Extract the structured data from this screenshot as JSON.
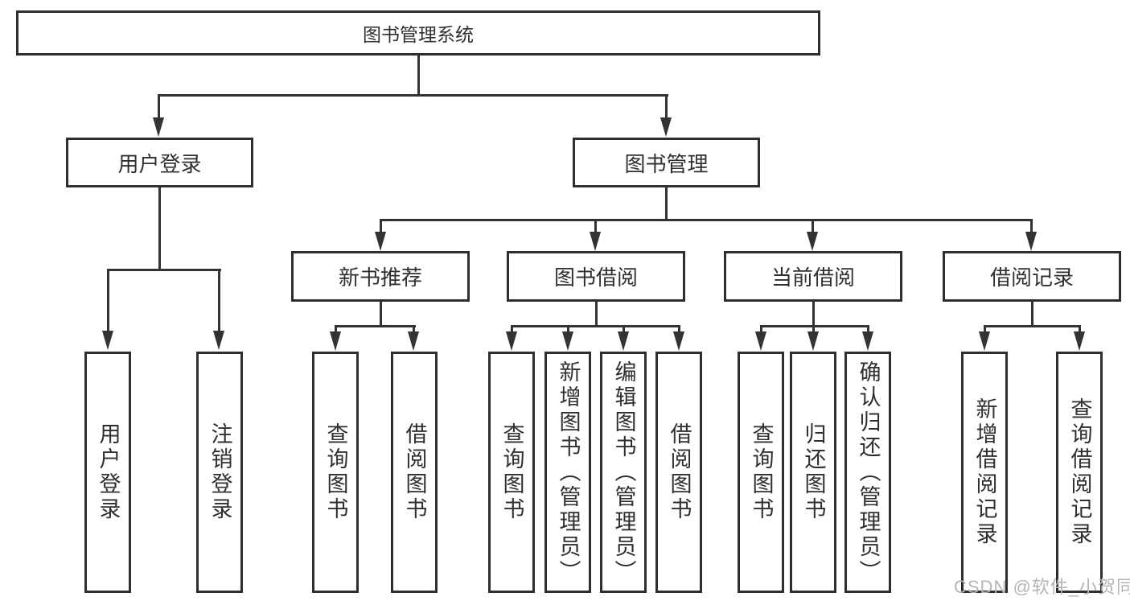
{
  "diagram": {
    "root": {
      "label": "图书管理系统"
    },
    "branches": [
      {
        "label": "用户登录",
        "children": [
          {
            "label": "用户登录"
          },
          {
            "label": "注销登录"
          }
        ]
      },
      {
        "label": "图书管理",
        "children": [
          {
            "label": "新书推荐",
            "children": [
              {
                "label": "查询图书"
              },
              {
                "label": "借阅图书"
              }
            ]
          },
          {
            "label": "图书借阅",
            "children": [
              {
                "label": "查询图书"
              },
              {
                "label": "新增图书（管理员）"
              },
              {
                "label": "编辑图书（管理员）"
              },
              {
                "label": "借阅图书"
              }
            ]
          },
          {
            "label": "当前借阅",
            "children": [
              {
                "label": "查询图书"
              },
              {
                "label": "归还图书"
              },
              {
                "label": "确认归还（管理员）"
              }
            ]
          },
          {
            "label": "借阅记录",
            "children": [
              {
                "label": "新增借阅记录"
              },
              {
                "label": "查询借阅记录"
              }
            ]
          }
        ]
      }
    ]
  },
  "watermark": {
    "text": "CSDN @软件_小贺同学"
  },
  "colors": {
    "line": "#333333",
    "border": "#2e2e2e",
    "text": "#2f2f2f",
    "background": "#ffffff",
    "watermark": "#b5b5b5"
  }
}
